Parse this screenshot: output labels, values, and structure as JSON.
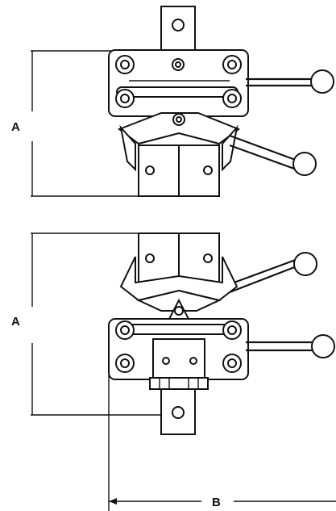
{
  "drawing": {
    "dimensions": {
      "top_height_label": "A",
      "bottom_height_label": "A",
      "width_label": "B"
    },
    "colors": {
      "line": "#111111",
      "paper": "#ffffff"
    }
  }
}
